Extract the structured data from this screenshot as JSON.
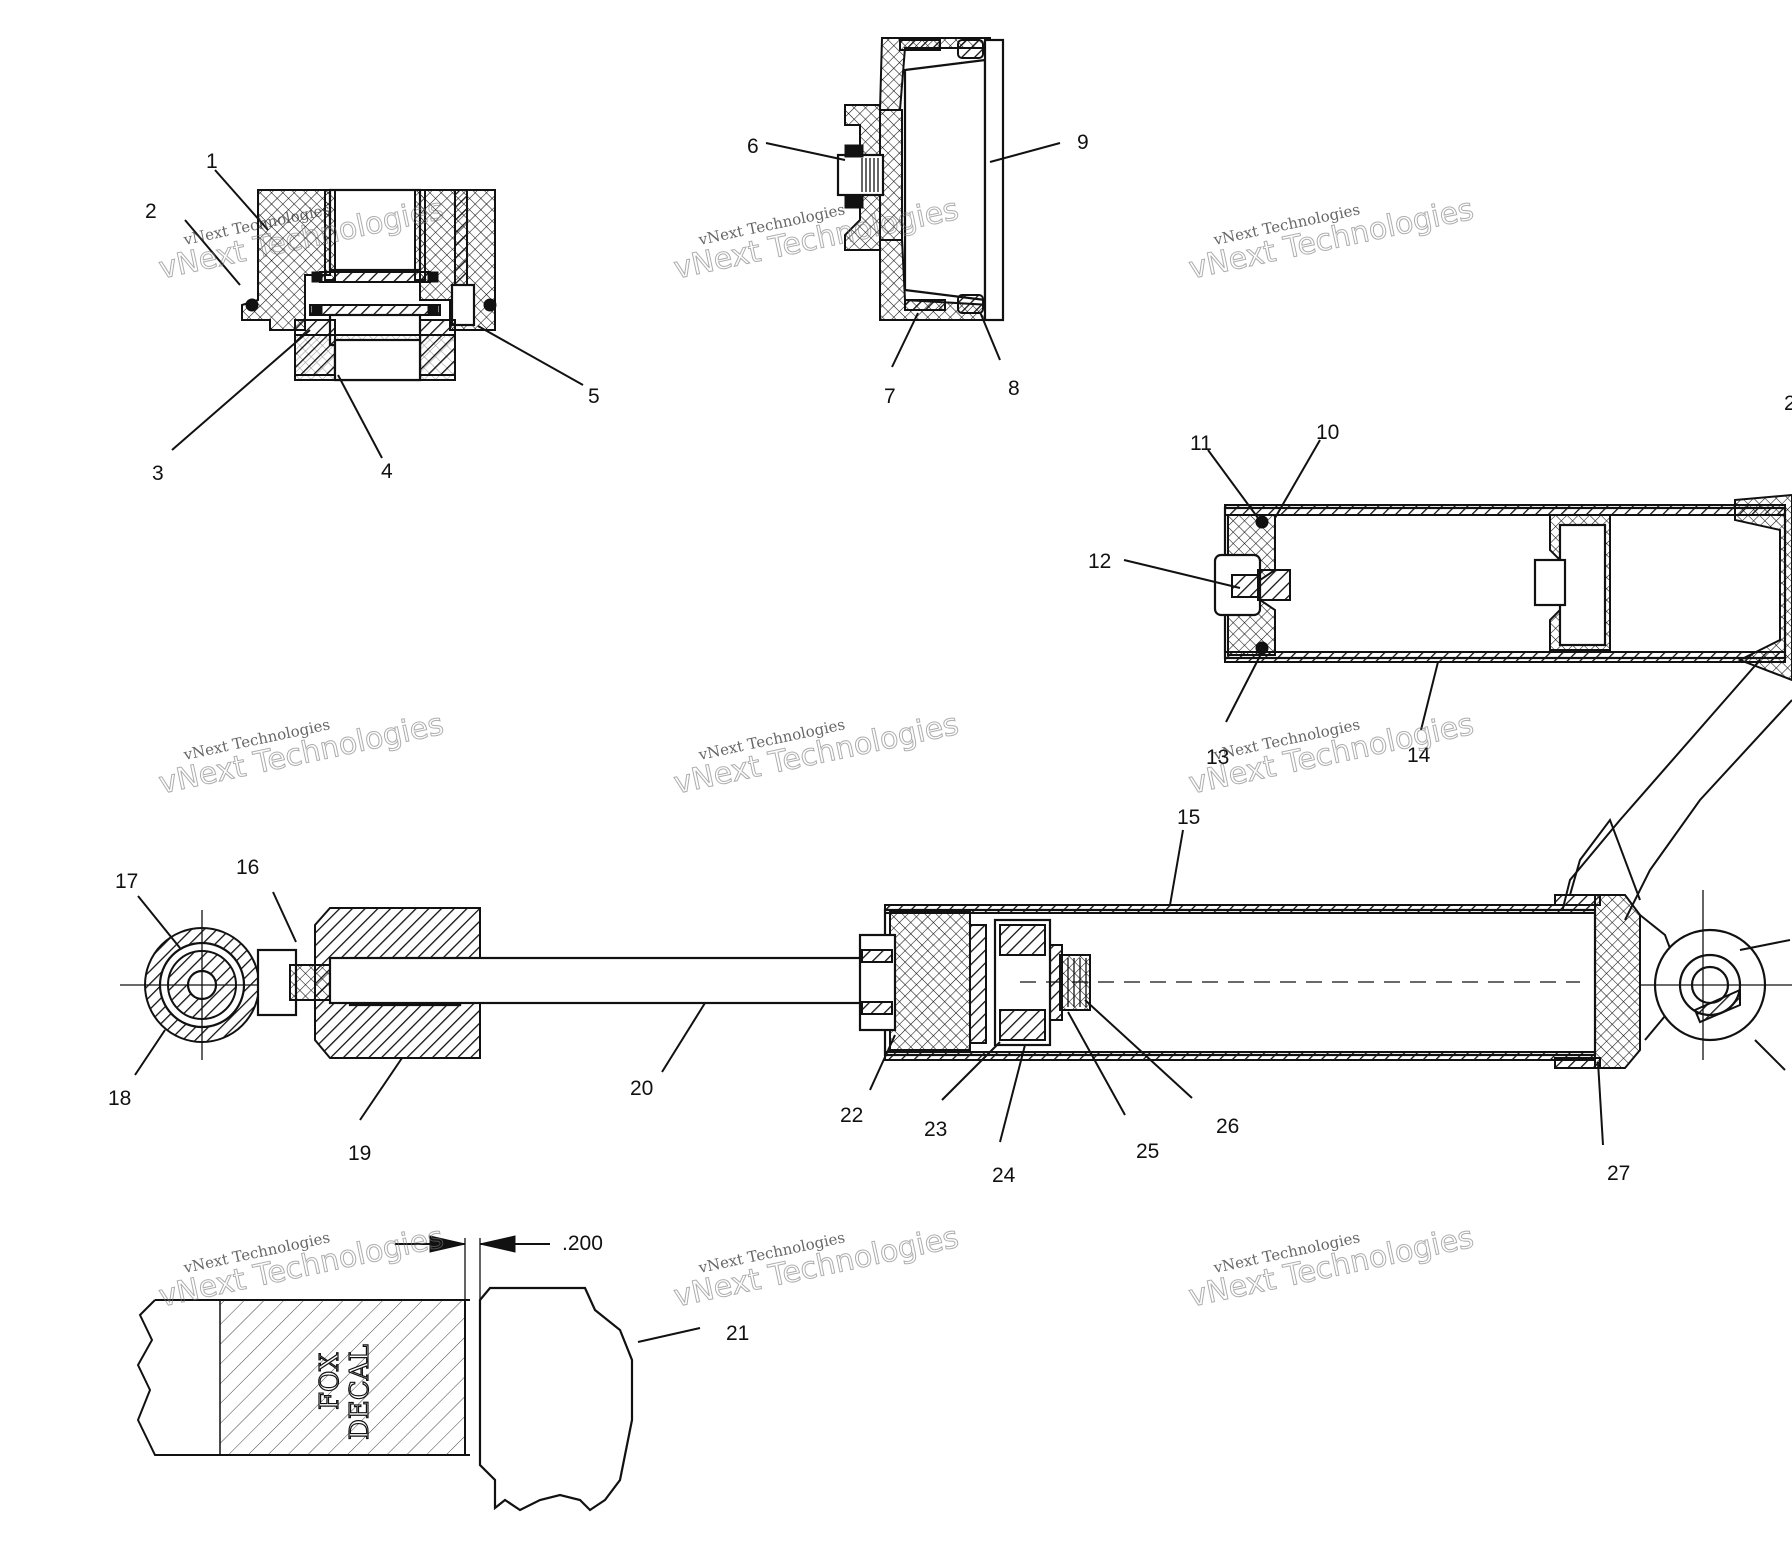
{
  "callouts": [
    "1",
    "2",
    "3",
    "4",
    "5",
    "6",
    "7",
    "8",
    "9",
    "10",
    "11",
    "12",
    "13",
    "14",
    "15",
    "16",
    "17",
    "18",
    "19",
    "20",
    "21",
    "22",
    "23",
    "24",
    "25",
    "26",
    "27"
  ],
  "partial_callouts": [
    "2"
  ],
  "dimension": ".200",
  "decal": {
    "line1": "FOX",
    "line2": "DECAL"
  },
  "watermark": {
    "line1": "vNext Technologies",
    "line2": "vNext Technologies"
  }
}
